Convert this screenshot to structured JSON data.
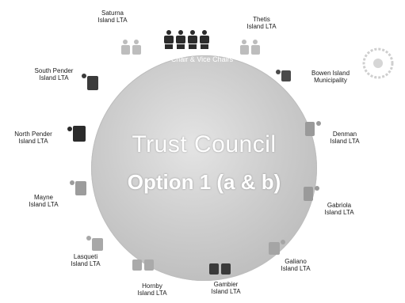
{
  "council": {
    "title": "Trust Council",
    "option": "Option 1 (a & b)",
    "chair_label": "Chair & Vice Chairs"
  },
  "seats": [
    {
      "line1": "Saturna",
      "line2": "Island LTA"
    },
    {
      "line1": "Thetis",
      "line2": "Island LTA"
    },
    {
      "line1": "Bowen Island",
      "line2": "Municipality"
    },
    {
      "line1": "Denman",
      "line2": "Island LTA"
    },
    {
      "line1": "Gabriola",
      "line2": "Island LTA"
    },
    {
      "line1": "Galiano",
      "line2": "Island LTA"
    },
    {
      "line1": "Gambier",
      "line2": "Island LTA"
    },
    {
      "line1": "Hornby",
      "line2": "Island LTA"
    },
    {
      "line1": "Lasqueti",
      "line2": "Island LTA"
    },
    {
      "line1": "Mayne",
      "line2": "Island LTA"
    },
    {
      "line1": "North Pender",
      "line2": "Island LTA"
    },
    {
      "line1": "South Pender",
      "line2": "Island LTA"
    }
  ],
  "colors": {
    "table": "#c8c8c8",
    "chair_dark": "#2b2b2b",
    "chair_light": "#b5b5b5",
    "label": "#1a1a1a"
  }
}
